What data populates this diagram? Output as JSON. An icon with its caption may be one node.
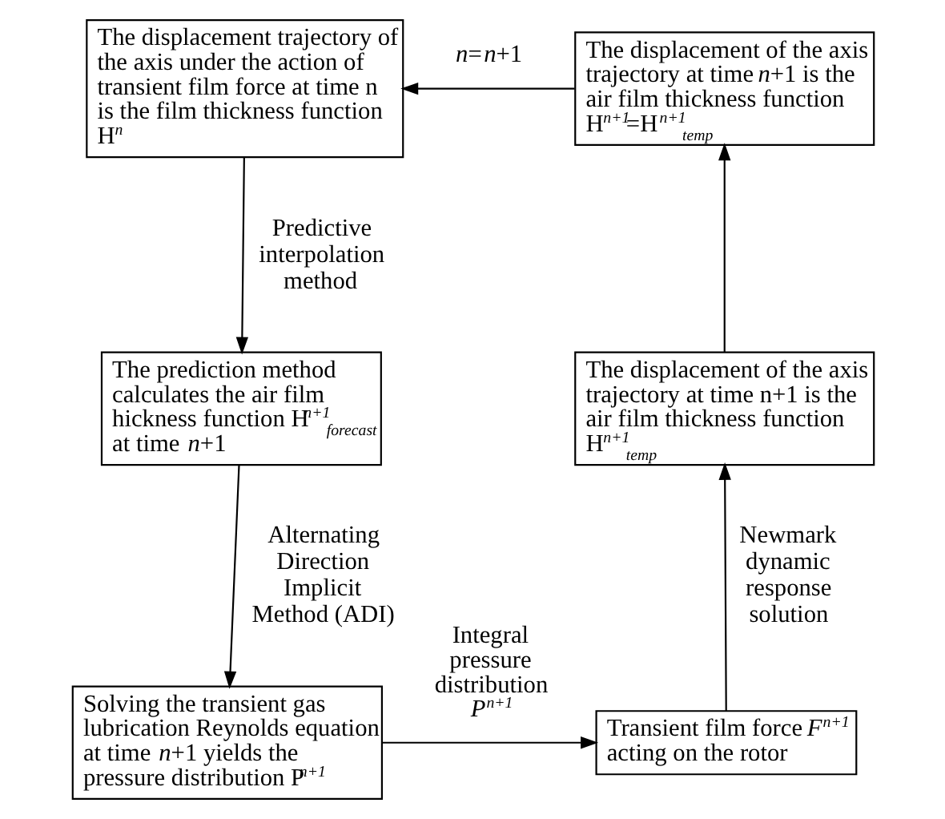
{
  "diagram": {
    "nodes": [
      {
        "text": [
          "The displacement trajectory of the axis under the action of transient film force at time n is the film thickness function H$^{n}$"
        ]
      },
      {
        "text": [
          "The displacement of the axis trajectory at time *n*+1 is the air film thickness function H$^{n+1}$=H$^{n+1}$$_{temp}$"
        ]
      },
      {
        "text": [
          "The prediction method calculates the air film hickness function H$^{n+1}$$_{forecast}$ at time *n*+1"
        ]
      },
      {
        "text": [
          "The displacement of the axis trajectory at time n+1 is the air film thickness function H$^{n+1}$$_{temp}$"
        ]
      },
      {
        "text": [
          "Solving the transient gas lubrication Reynolds equation at time *n*+1 yields the pressure distribution P$^{n+1}$"
        ]
      },
      {
        "text": [
          "Transient film force *F*$^{n+1}$ acting on the rotor"
        ]
      }
    ],
    "edges": [
      {
        "from": 1,
        "to": 0,
        "arrow": "to",
        "label": "*n*=*n*+1"
      },
      {
        "from": 0,
        "to": 2,
        "arrow": "to",
        "label": "Predictive interpolation method"
      },
      {
        "from": 2,
        "to": 4,
        "arrow": "to",
        "label": "Alternating Direction Implicit Method (ADI)"
      },
      {
        "from": 4,
        "to": 5,
        "arrow": "to",
        "label": "Integral pressure distribution *P*$^{n+1}$"
      },
      {
        "from": 5,
        "to": 3,
        "arrow": "to",
        "label": "Newmark dynamic response solution"
      },
      {
        "from": 3,
        "to": 1,
        "arrow": "to"
      }
    ]
  }
}
